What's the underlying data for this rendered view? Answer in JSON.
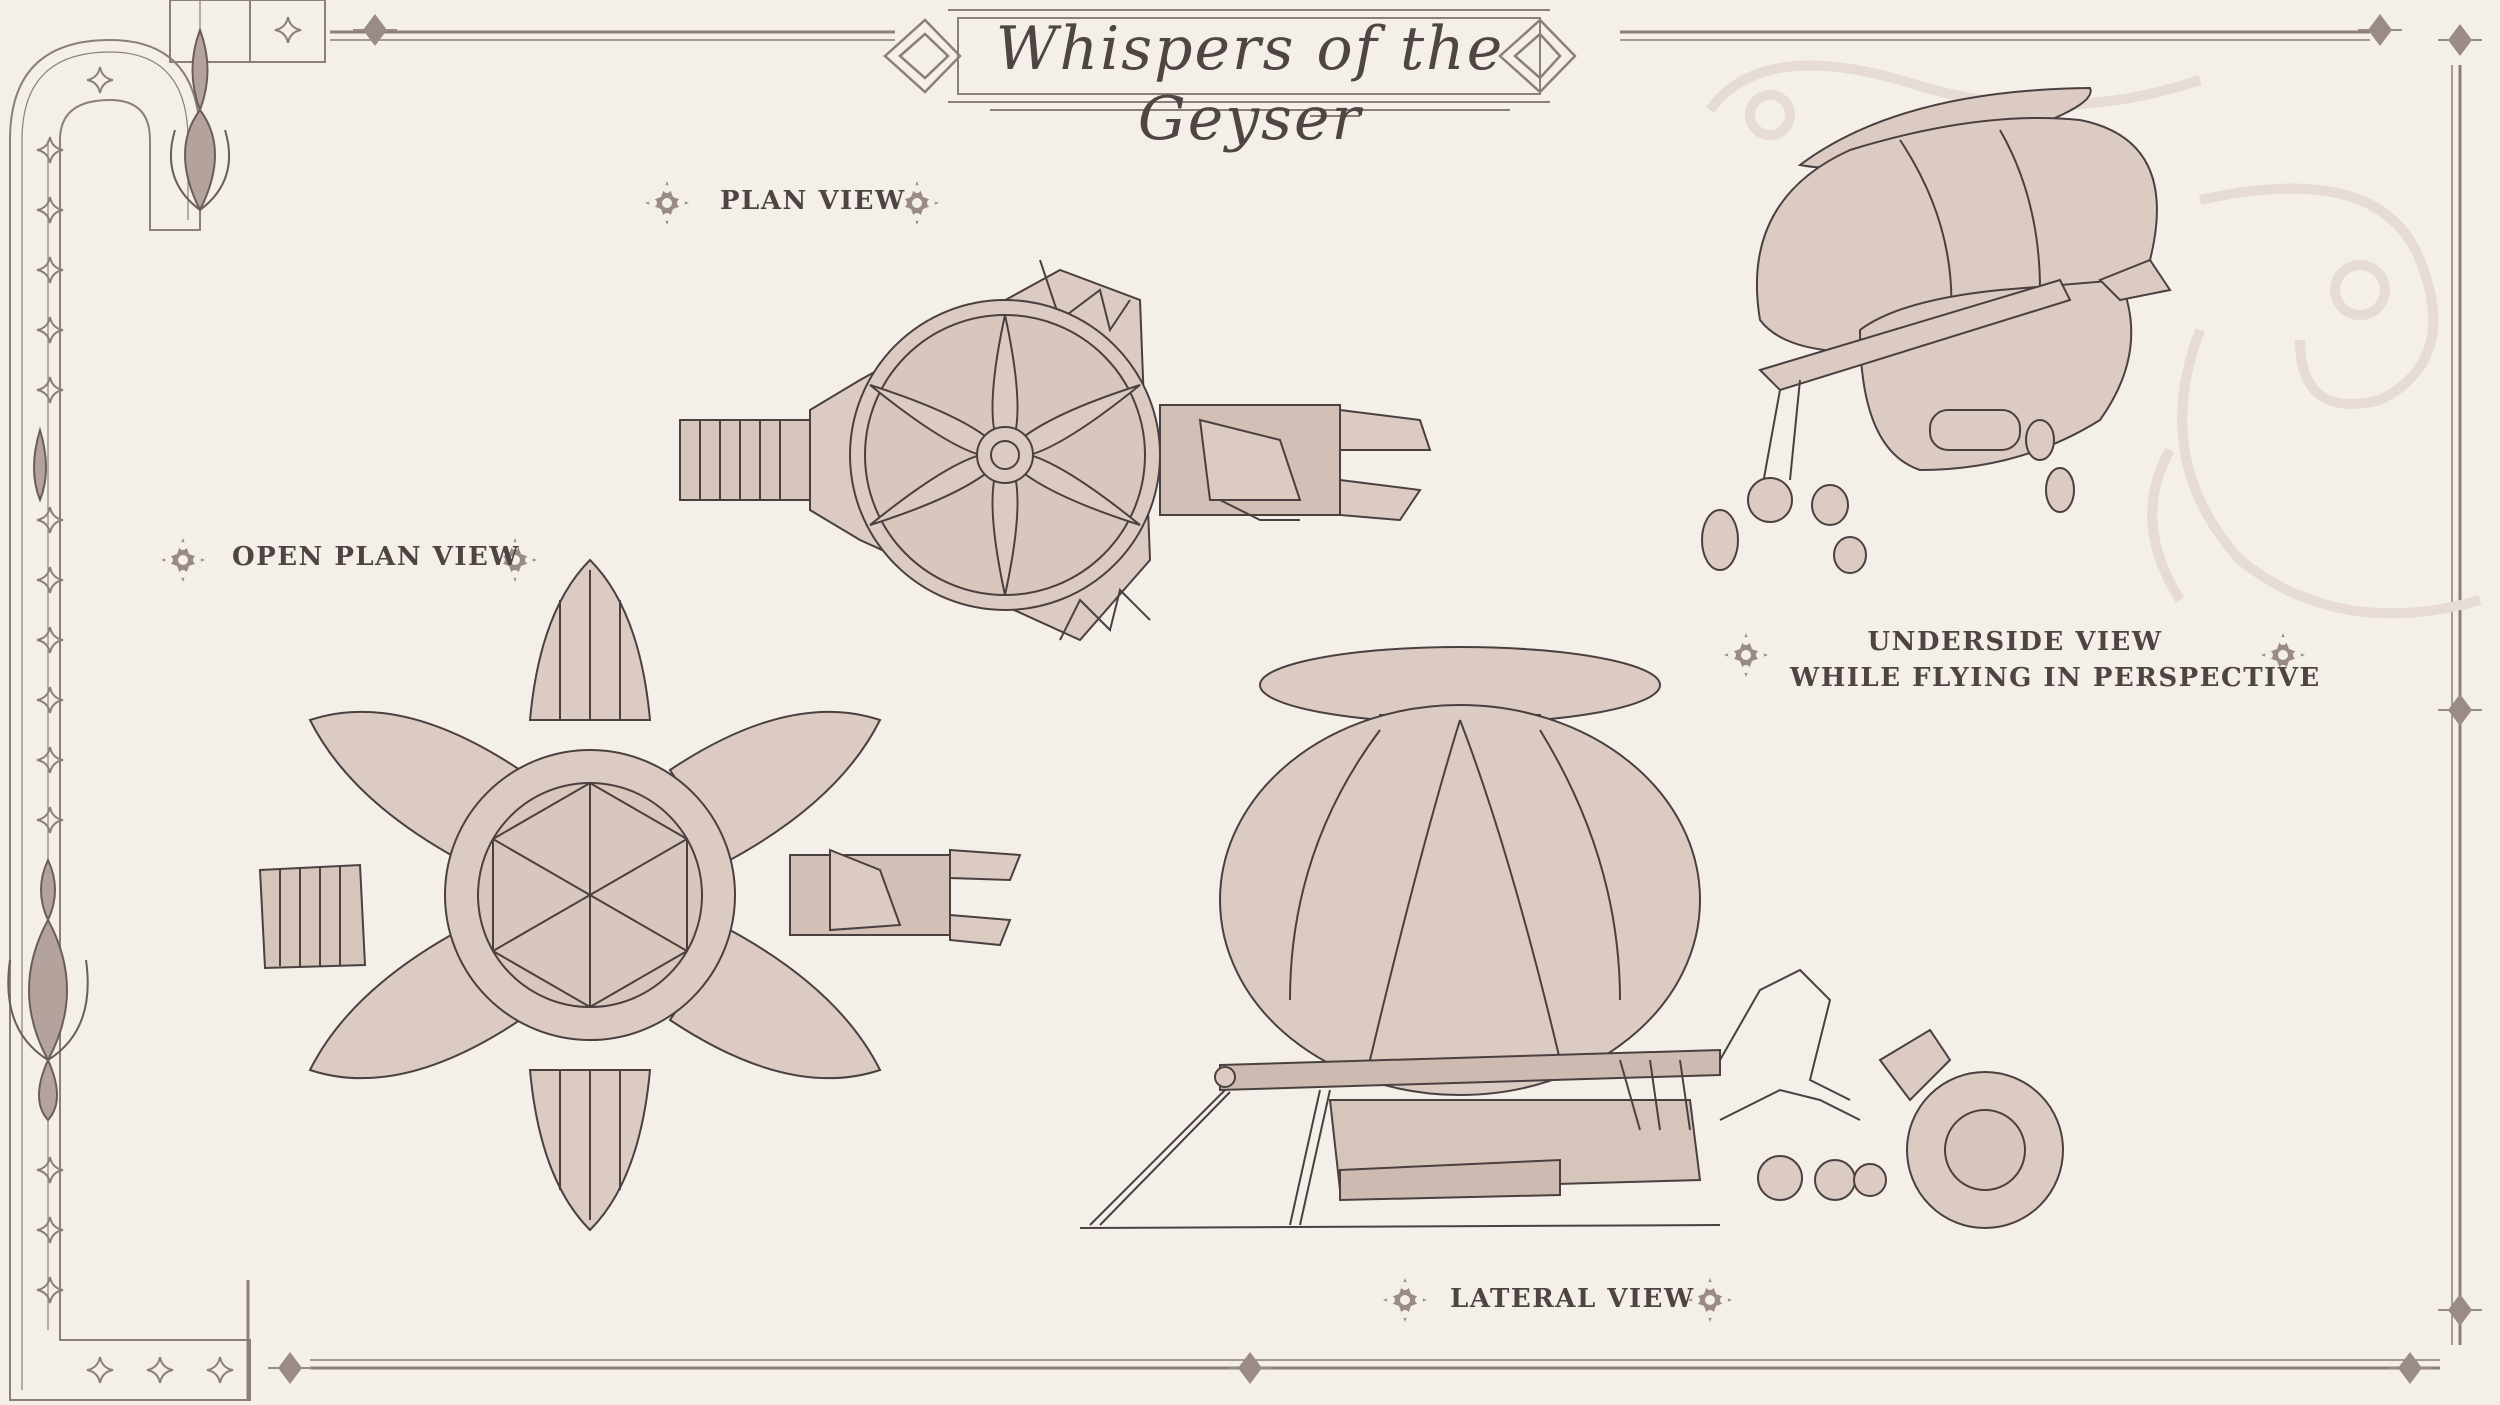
{
  "title": "Whispers of the Geyser",
  "labels": {
    "plan_view": "PLAN VIEW",
    "open_plan_view": "OPEN PLAN VIEW",
    "underside_line1": "UNDERSIDE VIEW",
    "underside_line2": "WHILE FLYING IN PERSPECTIVE",
    "lateral_view": "LATERAL VIEW"
  },
  "colors": {
    "paper": "#f4efe9",
    "ink": "#4a4040",
    "fill": "#dccbc2",
    "border": "#8c7f7a"
  },
  "icons": [
    "diamond-ornament-icon",
    "lotus-flower-icon",
    "star-sparkle-icon",
    "knot-ornament-icon"
  ]
}
